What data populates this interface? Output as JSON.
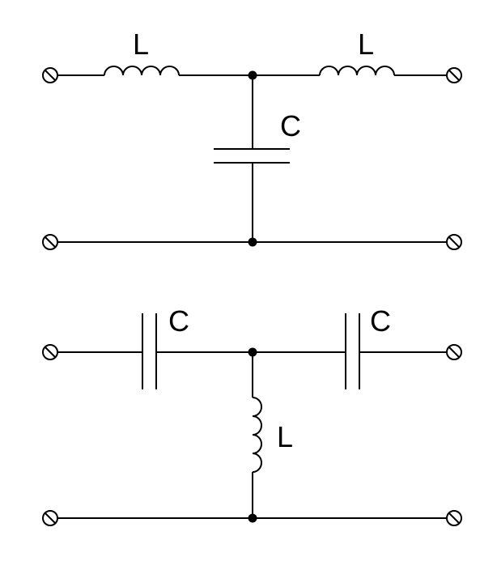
{
  "diagram": {
    "colors": {
      "line": "#000000",
      "background": "#ffffff"
    },
    "t_network": {
      "series_left_label": "L",
      "series_right_label": "L",
      "shunt_label": "C"
    },
    "pi_network": {
      "series_left_label": "C",
      "series_right_label": "C",
      "shunt_label": "L"
    }
  }
}
